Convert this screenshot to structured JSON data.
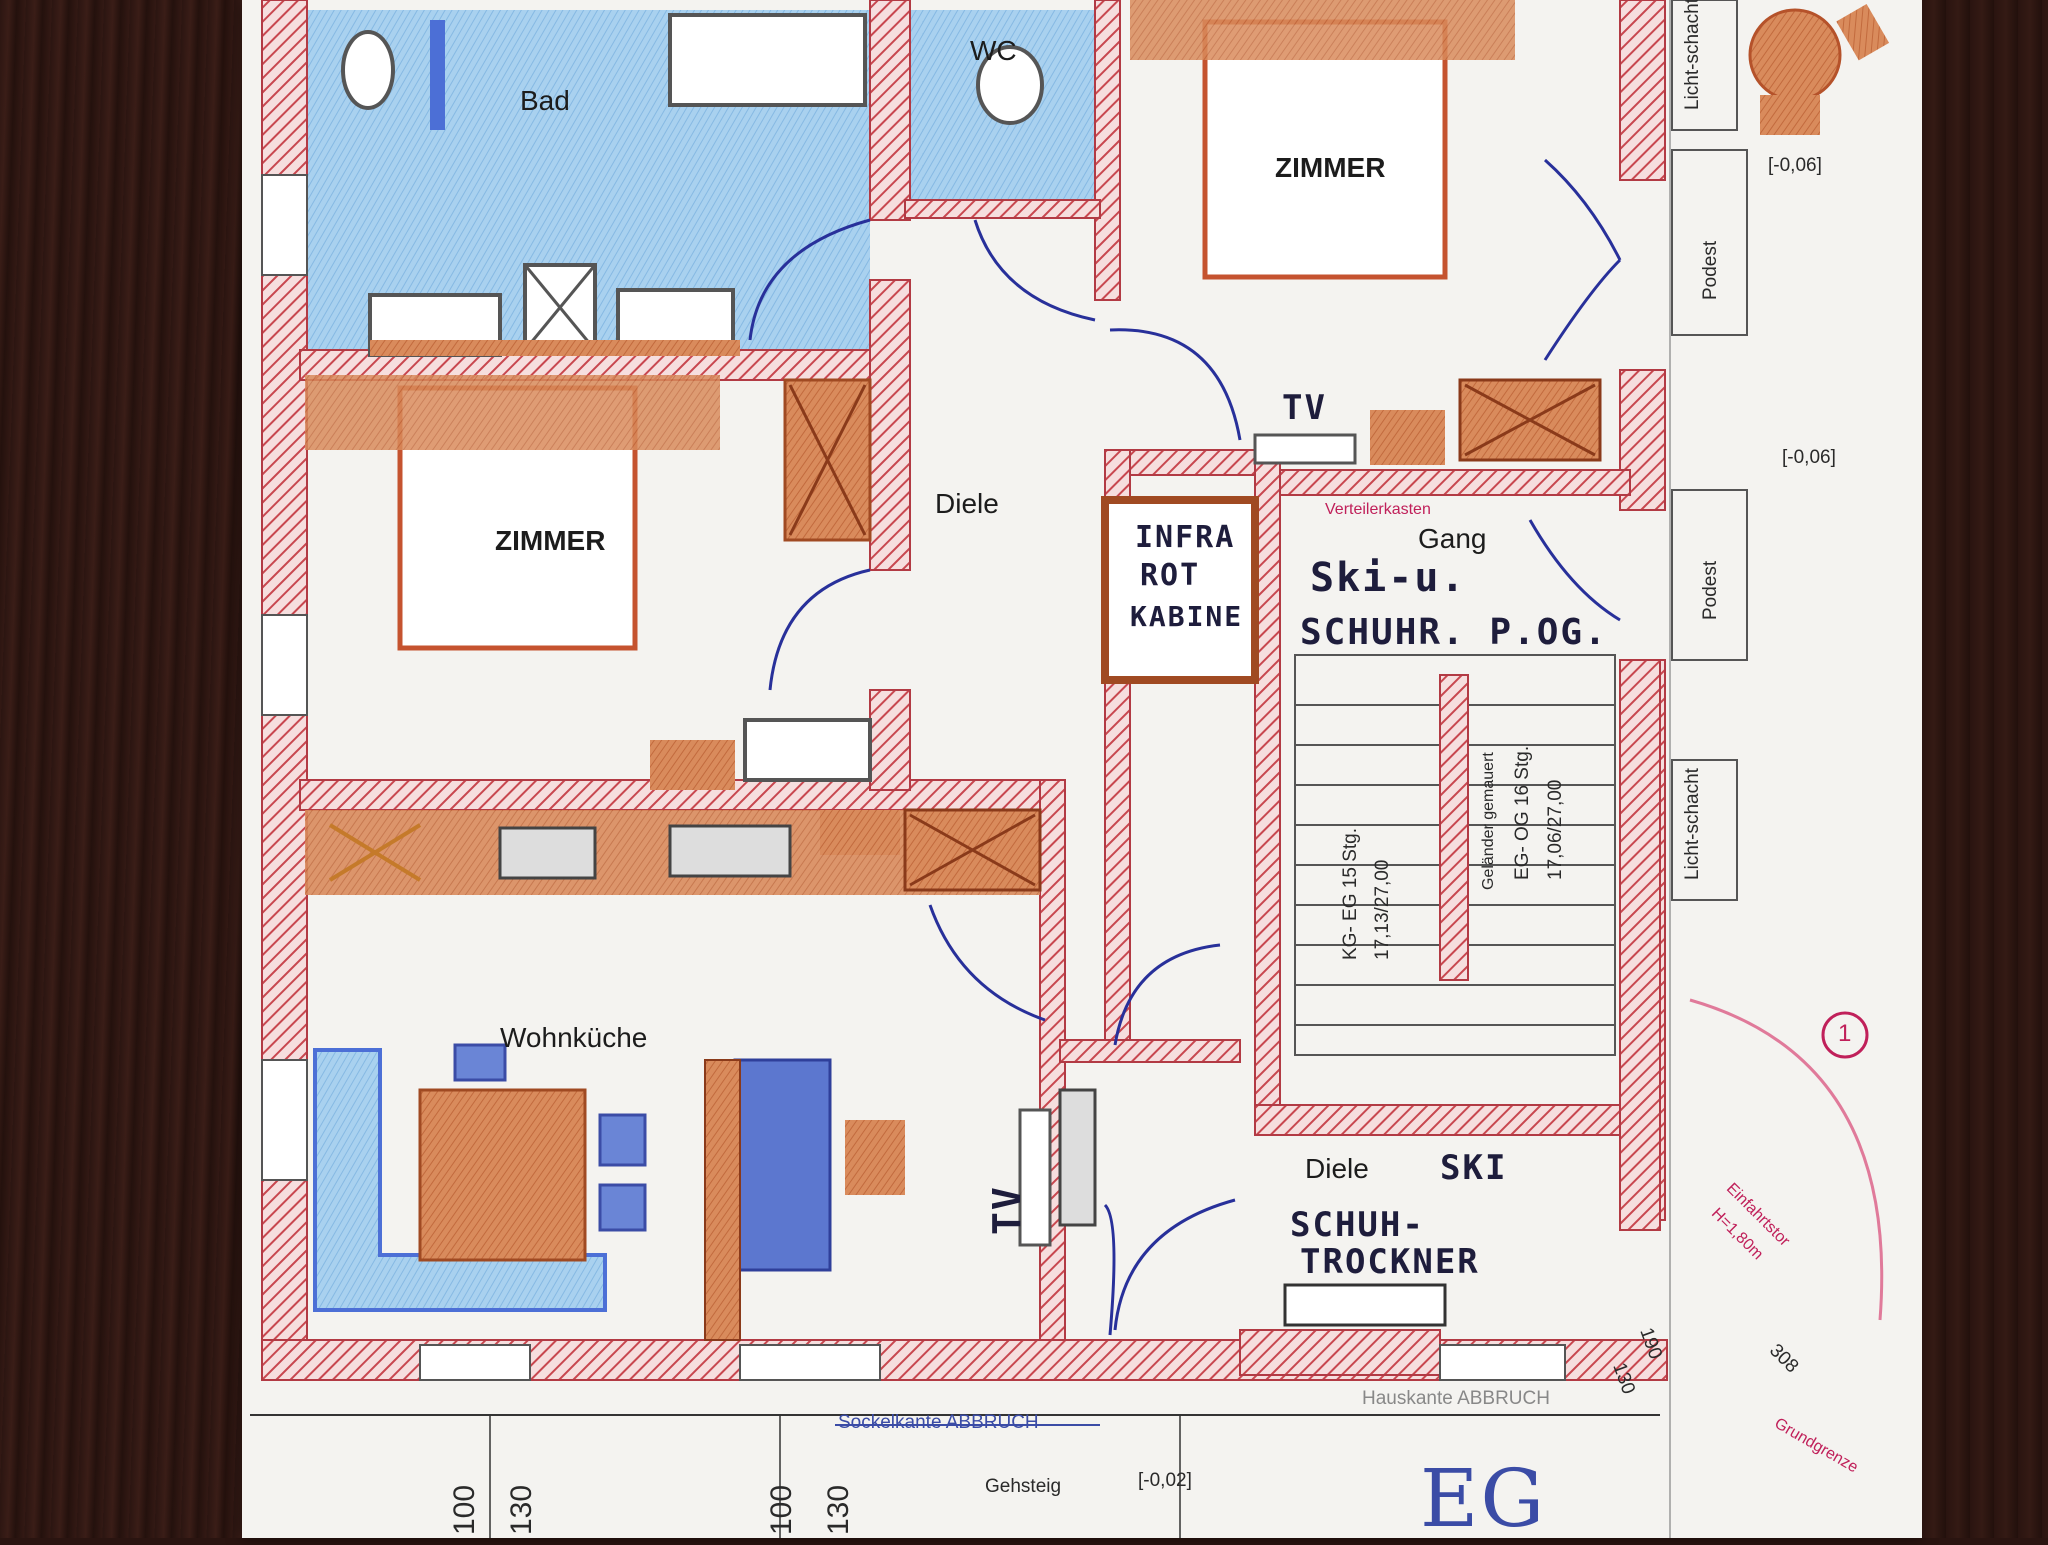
{
  "plan": {
    "floor_mark": "EG",
    "rooms": {
      "bad": "Bad",
      "wc": "WC",
      "zimmer_top": "ZIMMER",
      "zimmer_left": "ZIMMER",
      "diele_center": "Diele",
      "wohnkueche": "Wohnküche",
      "gang": "Gang",
      "diele_bottom": "Diele"
    },
    "handwritten": {
      "tv_top": "TV",
      "tv_living": "TV",
      "infrarot_1": "INFRA",
      "infrarot_2": "ROT",
      "infrarot_3": "KABINE",
      "ski_schuh_1": "Ski-u.",
      "ski_schuh_2": "SCHUHR. P.OG.",
      "ski": "SKI",
      "schuhtrockner_1": "SCHUH-",
      "schuhtrockner_2": "TROCKNER"
    },
    "annotations": {
      "verteilerkasten": "Verteilerkasten",
      "lichtschacht_top": "Licht-schacht",
      "lichtschacht_right": "Licht-schacht",
      "podest_top": "Podest",
      "podest_right": "Podest",
      "level_1": "[-0,06]",
      "level_2": "[-0,06]",
      "level_street": "[-0,02]",
      "stair_kg_eg_1": "KG- EG 15 Stg.",
      "stair_kg_eg_2": "17,13/27,00",
      "gelaender": "Geländer gemauert",
      "stair_eg_og_1": "EG- OG 16 Stg.",
      "stair_eg_og_2": "17,06/27,00",
      "sockelkante": "Sockelkante ABBRUCH",
      "hauskante": "Hauskante ABBRUCH",
      "gehsteig": "Gehsteig",
      "einfahrt_1": "Einfahrtstor",
      "einfahrt_2": "H=1,80m",
      "grundgrenze": "Grundgrenze",
      "marker": "1",
      "dim_308": "308",
      "dim_190": "190",
      "dim_130": "130"
    },
    "bottom_dimensions": [
      "100",
      "130",
      "100",
      "130"
    ]
  }
}
